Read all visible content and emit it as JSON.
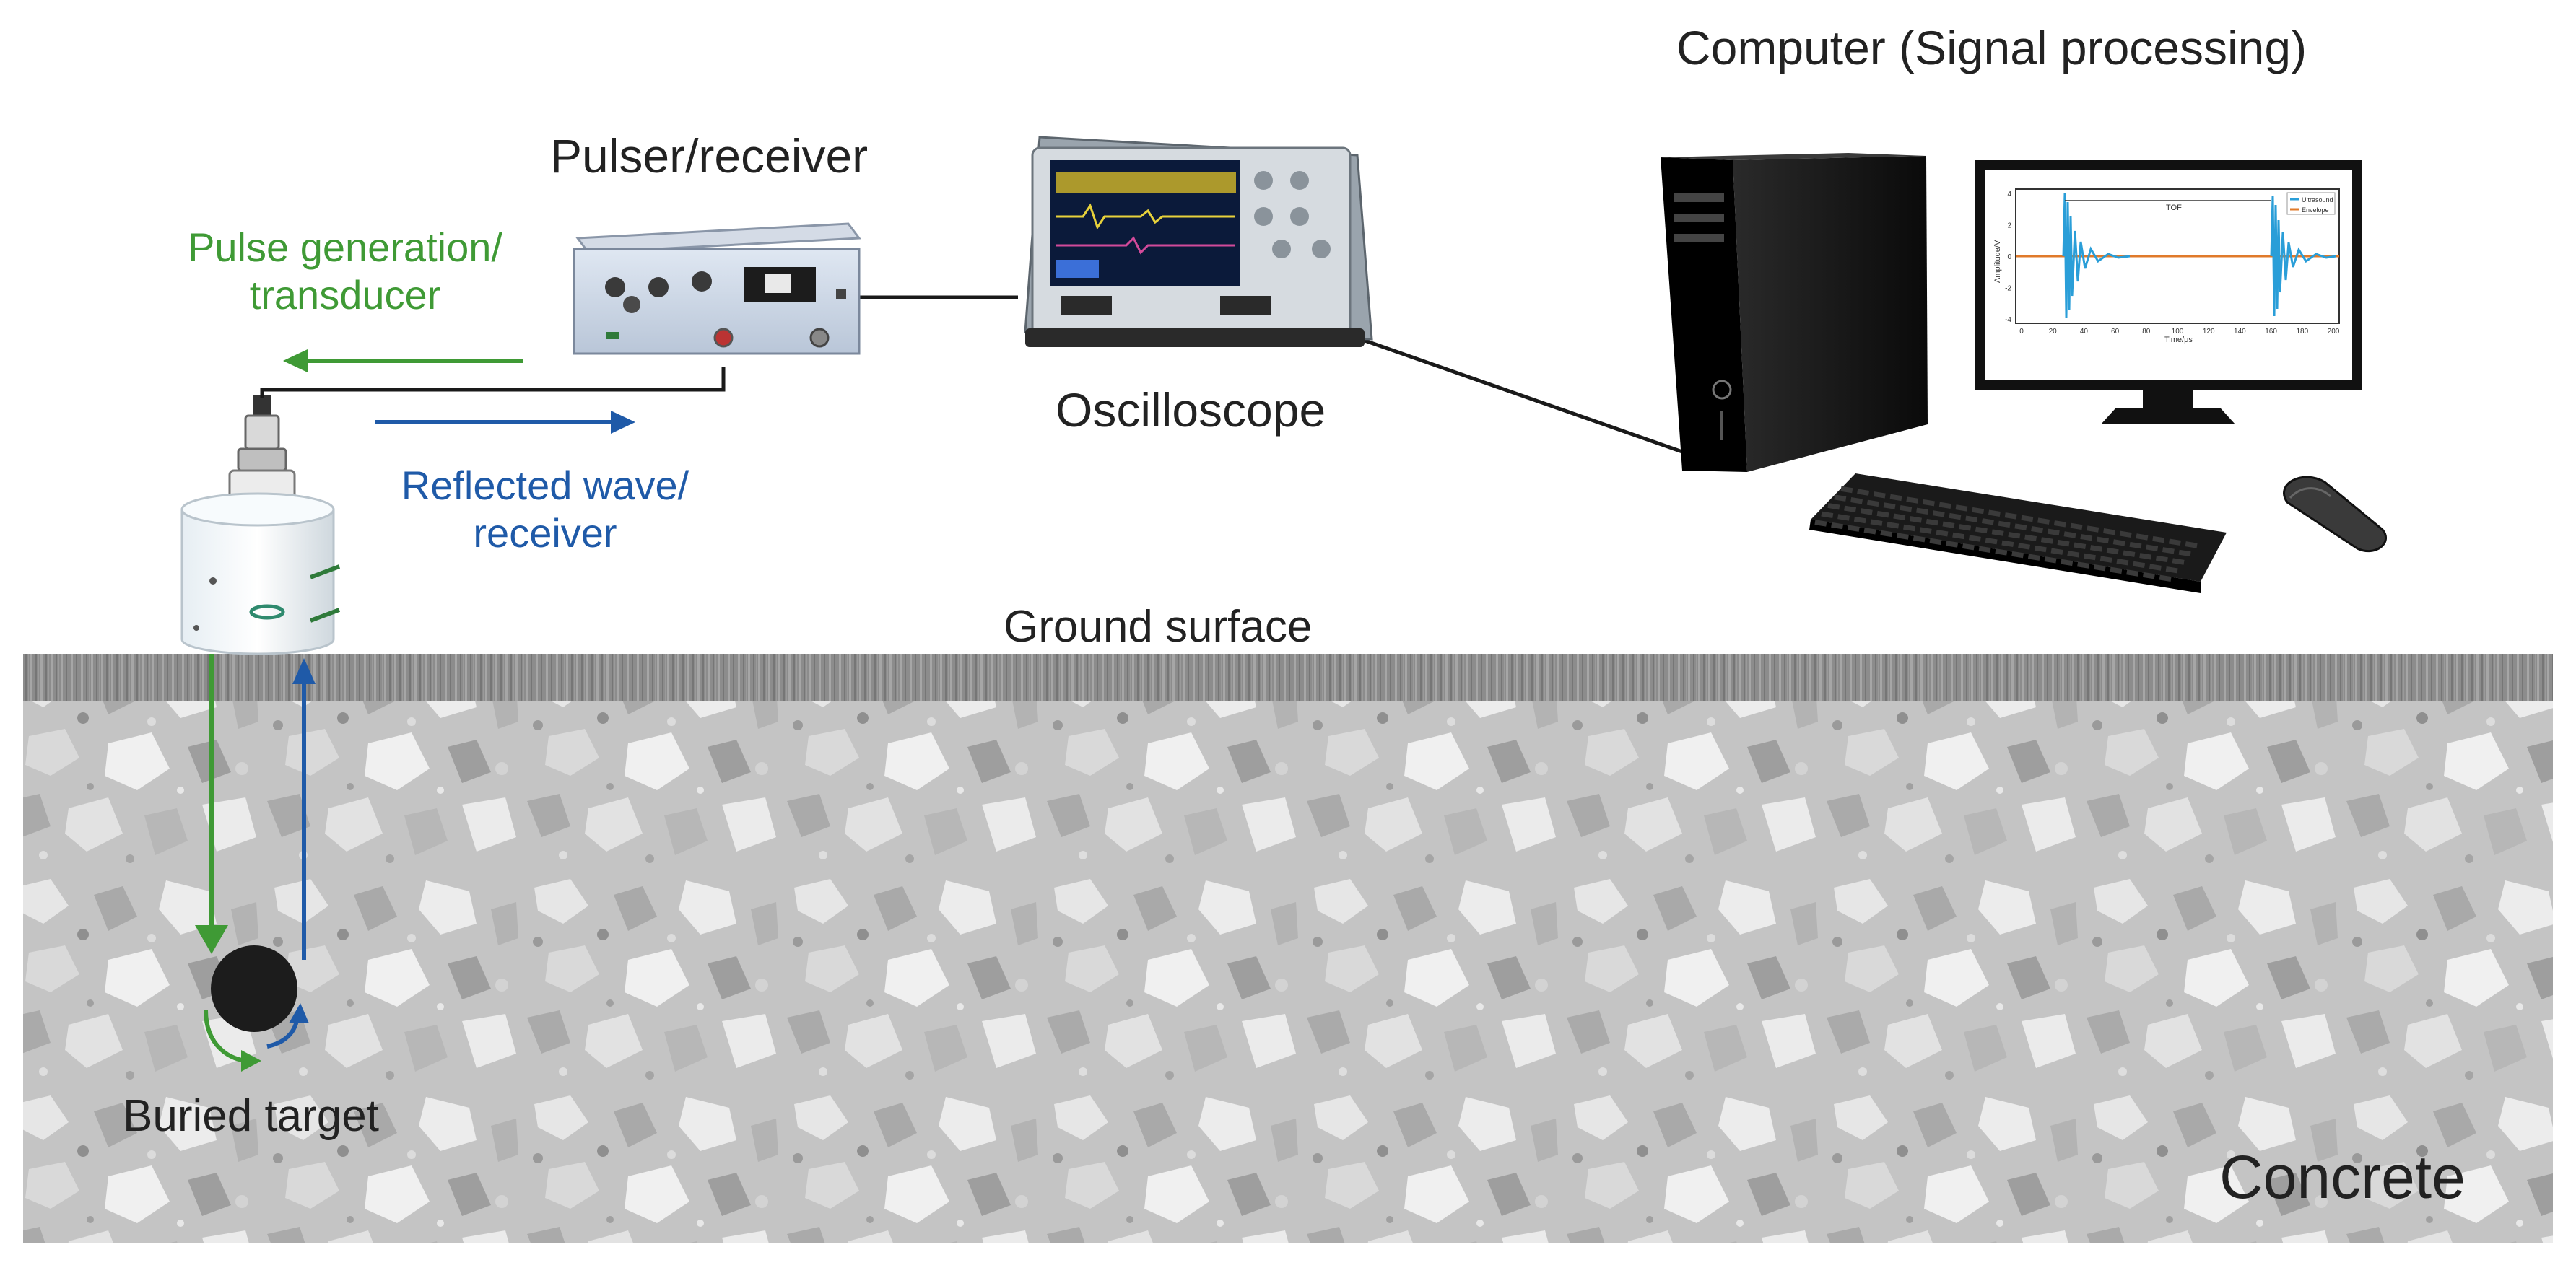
{
  "labels": {
    "computer": "Computer (Signal processing)",
    "pulser": "Pulser/receiver",
    "pulse_gen_line1": "Pulse generation/",
    "pulse_gen_line2": "transducer",
    "reflected_line1": "Reflected wave/",
    "reflected_line2": "receiver",
    "oscilloscope": "Oscilloscope",
    "ground_surface": "Ground surface",
    "buried_target": "Buried target",
    "concrete": "Concrete"
  },
  "monitor_plot": {
    "title": "TOF",
    "ylabel": "Amplitude/V",
    "xlabel": "Time/μs",
    "yticks": [
      "4",
      "2",
      "0",
      "-2",
      "-4"
    ],
    "xticks": [
      "0",
      "20",
      "40",
      "60",
      "80",
      "100",
      "120",
      "140",
      "160",
      "180",
      "200"
    ],
    "legend": [
      "Ultrasound",
      "Envelope"
    ]
  },
  "colors": {
    "transmit_arrow": "#3f9a35",
    "receive_arrow": "#1f5aa8",
    "wire": "#1a1a1a",
    "target": "#1c1c1c",
    "concrete_base": "#bdbdbd",
    "surface_band": "#8a8a8a"
  }
}
